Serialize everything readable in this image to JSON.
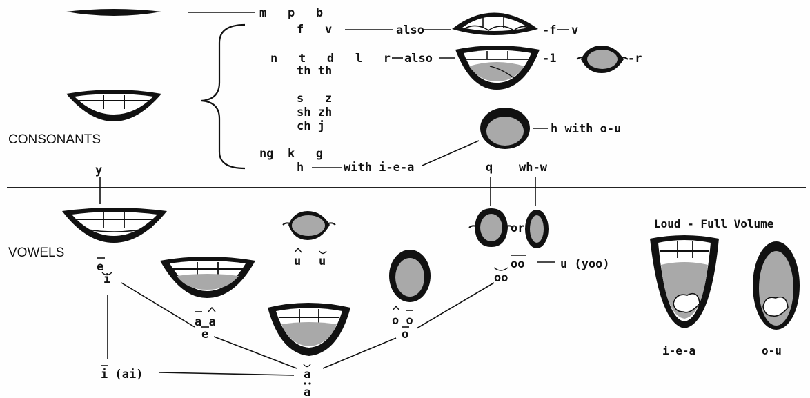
{
  "sections": {
    "consonants": "CONSONANTS",
    "vowels": "VOWELS",
    "loud_title": "Loud - Full Volume"
  },
  "consonants": {
    "mpb": {
      "row1": "m   p   b"
    },
    "fv": {
      "letters": "f   v",
      "also": "also",
      "suffix": "-f",
      "suffix2": "v"
    },
    "ntdlr": {
      "letters": "n   t   d   l   r",
      "also": "also",
      "th": "th th",
      "suffix_l": "-1",
      "suffix_r": "-r"
    },
    "szetc": {
      "l1": "s   z",
      "l2": "sh zh",
      "l3": "ch j"
    },
    "h_ou": "h with o-u",
    "ngkg": {
      "l1": "ng  k   g",
      "h": "h",
      "with": "with i-e-a"
    },
    "y": "y",
    "q": "q",
    "whw": "wh-w"
  },
  "vowels": {
    "e_top": "e",
    "i_breve": "i",
    "u_circ": "u",
    "u_breve": "u",
    "or": "or",
    "oo_short": "oo",
    "oo_long": "oo",
    "u_yoo": "u (yoo)",
    "a_pair": "a a",
    "e_mid": "e",
    "o_pair": "o o",
    "o_mid": "o",
    "i_ai": "i (ai)",
    "a_breve": "a",
    "a_umlaut": "a"
  },
  "loud": {
    "iea": "i-e-a",
    "ou": "o-u"
  }
}
